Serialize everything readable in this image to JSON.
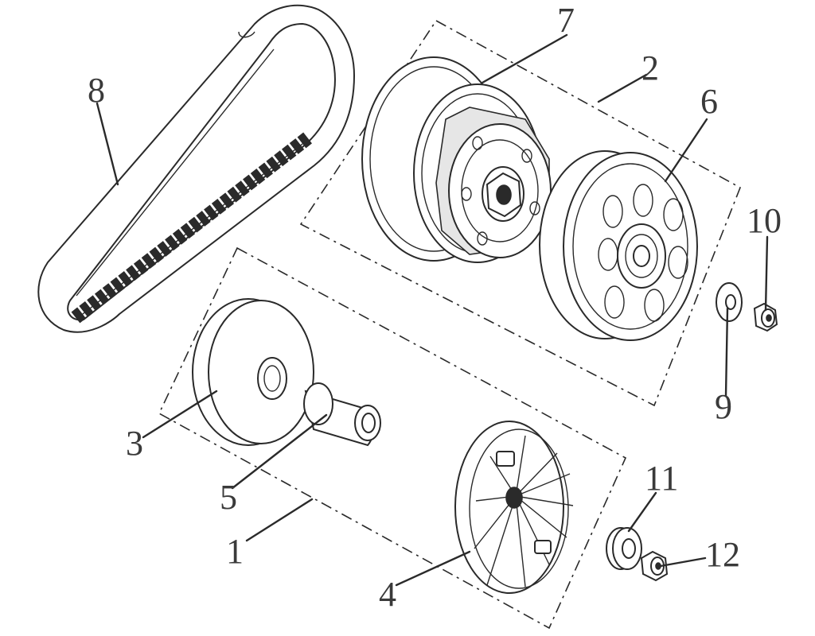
{
  "callouts": {
    "c1": "1",
    "c2": "2",
    "c3": "3",
    "c4": "4",
    "c5": "5",
    "c6": "6",
    "c7": "7",
    "c8": "8",
    "c9": "9",
    "c10": "10",
    "c11": "11",
    "c12": "12"
  },
  "colors": {
    "line": "#2a2a2a",
    "label": "#3a3a3a",
    "background": "#ffffff"
  }
}
